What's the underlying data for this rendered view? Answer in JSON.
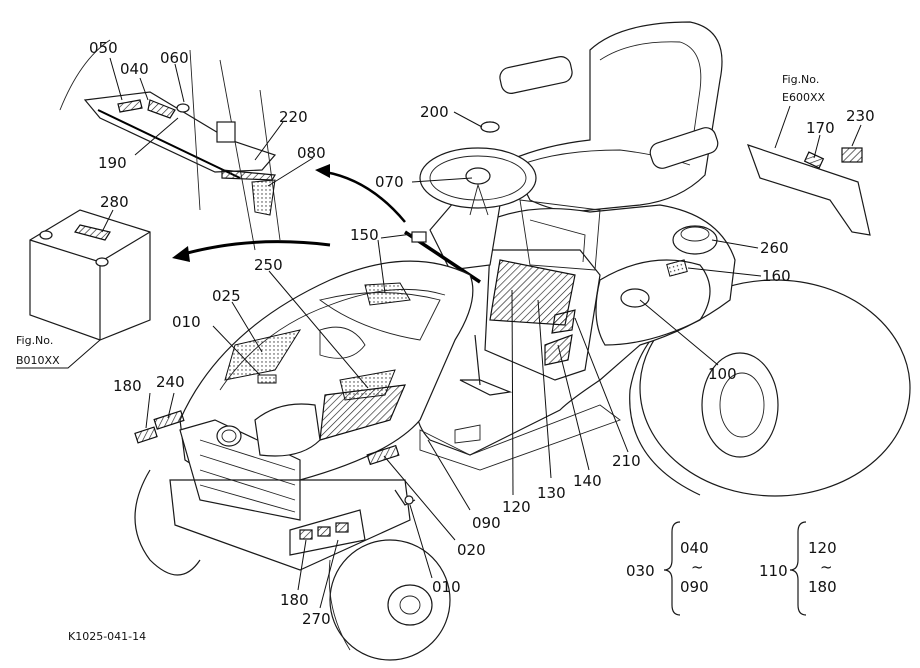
{
  "parts": [
    {
      "id": "p050",
      "label": "050"
    },
    {
      "id": "p040",
      "label": "040"
    },
    {
      "id": "p060",
      "label": "060"
    },
    {
      "id": "p220",
      "label": "220"
    },
    {
      "id": "p080",
      "label": "080"
    },
    {
      "id": "p190",
      "label": "190"
    },
    {
      "id": "p280",
      "label": "280"
    },
    {
      "id": "p200",
      "label": "200"
    },
    {
      "id": "p070",
      "label": "070"
    },
    {
      "id": "p150",
      "label": "150"
    },
    {
      "id": "p250",
      "label": "250"
    },
    {
      "id": "p025",
      "label": "025"
    },
    {
      "id": "p010a",
      "label": "010"
    },
    {
      "id": "p180a",
      "label": "180"
    },
    {
      "id": "p240",
      "label": "240"
    },
    {
      "id": "p170",
      "label": "170"
    },
    {
      "id": "p230",
      "label": "230"
    },
    {
      "id": "p260",
      "label": "260"
    },
    {
      "id": "p160",
      "label": "160"
    },
    {
      "id": "p100",
      "label": "100"
    },
    {
      "id": "p210",
      "label": "210"
    },
    {
      "id": "p140",
      "label": "140"
    },
    {
      "id": "p130",
      "label": "130"
    },
    {
      "id": "p120",
      "label": "120"
    },
    {
      "id": "p090",
      "label": "090"
    },
    {
      "id": "p020",
      "label": "020"
    },
    {
      "id": "p010b",
      "label": "010"
    },
    {
      "id": "p180b",
      "label": "180"
    },
    {
      "id": "p270",
      "label": "270"
    }
  ],
  "figure_refs": {
    "battery": {
      "line1": "Fig.No.",
      "line2": "B010XX"
    },
    "rear": {
      "line1": "Fig.No.",
      "line2": "E600XX"
    }
  },
  "groups": [
    {
      "id": "g030",
      "parent": "030",
      "from": "040",
      "tilde": "~",
      "to": "090"
    },
    {
      "id": "g110",
      "parent": "110",
      "from": "120",
      "tilde": "~",
      "to": "180"
    }
  ],
  "drawing_code": "K1025-041-14"
}
